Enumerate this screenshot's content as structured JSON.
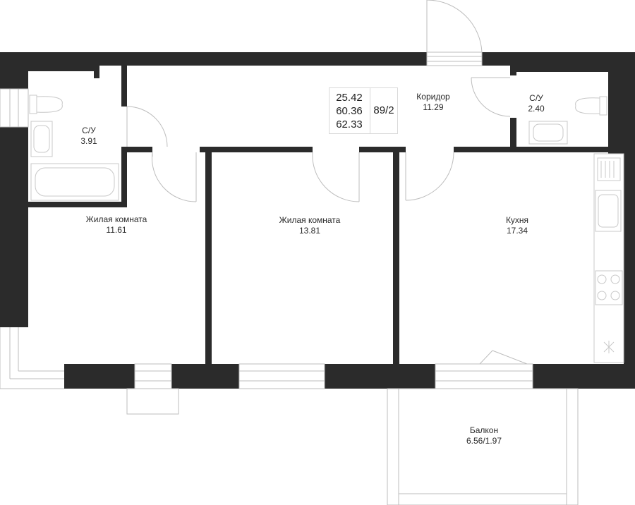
{
  "summary": {
    "areas": [
      "25.42",
      "60.36",
      "62.33"
    ],
    "apartment_number": "89/2"
  },
  "rooms": [
    {
      "name": "Коридор",
      "area": "11.29"
    },
    {
      "name": "С/У",
      "area": "3.91"
    },
    {
      "name": "С/У",
      "area": "2.40"
    },
    {
      "name": "Жилая комната",
      "area": "11.61"
    },
    {
      "name": "Жилая комната",
      "area": "13.81"
    },
    {
      "name": "Кухня",
      "area": "17.34"
    },
    {
      "name": "Балкон",
      "area": "6.56/1.97"
    }
  ],
  "colors": {
    "wall": "#2b2b2b",
    "line": "#bdbdbd",
    "fixture": "#c8c8c8",
    "text": "#2a2a2a"
  }
}
